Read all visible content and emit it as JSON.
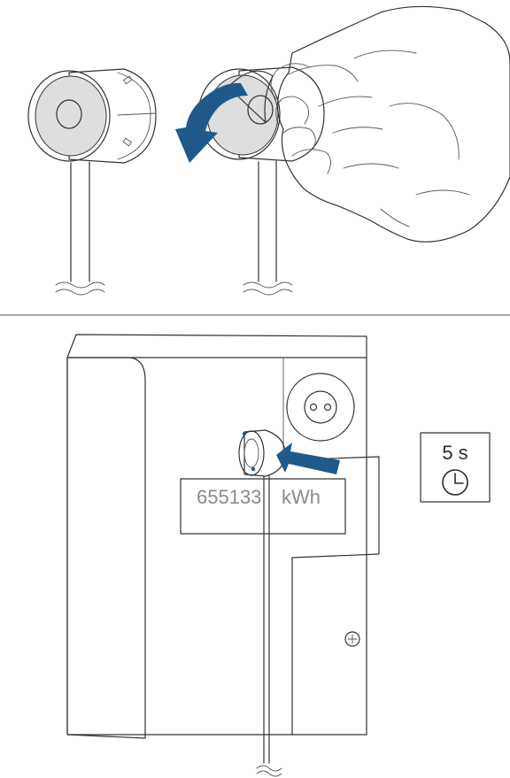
{
  "meter_display": {
    "reading": "655133",
    "unit": "kWh"
  },
  "timer_box": {
    "value": "5 s"
  },
  "colors": {
    "arrow": "#1f5a8a",
    "line": "#333333",
    "sticker": "#dedede",
    "divider": "#555555"
  }
}
